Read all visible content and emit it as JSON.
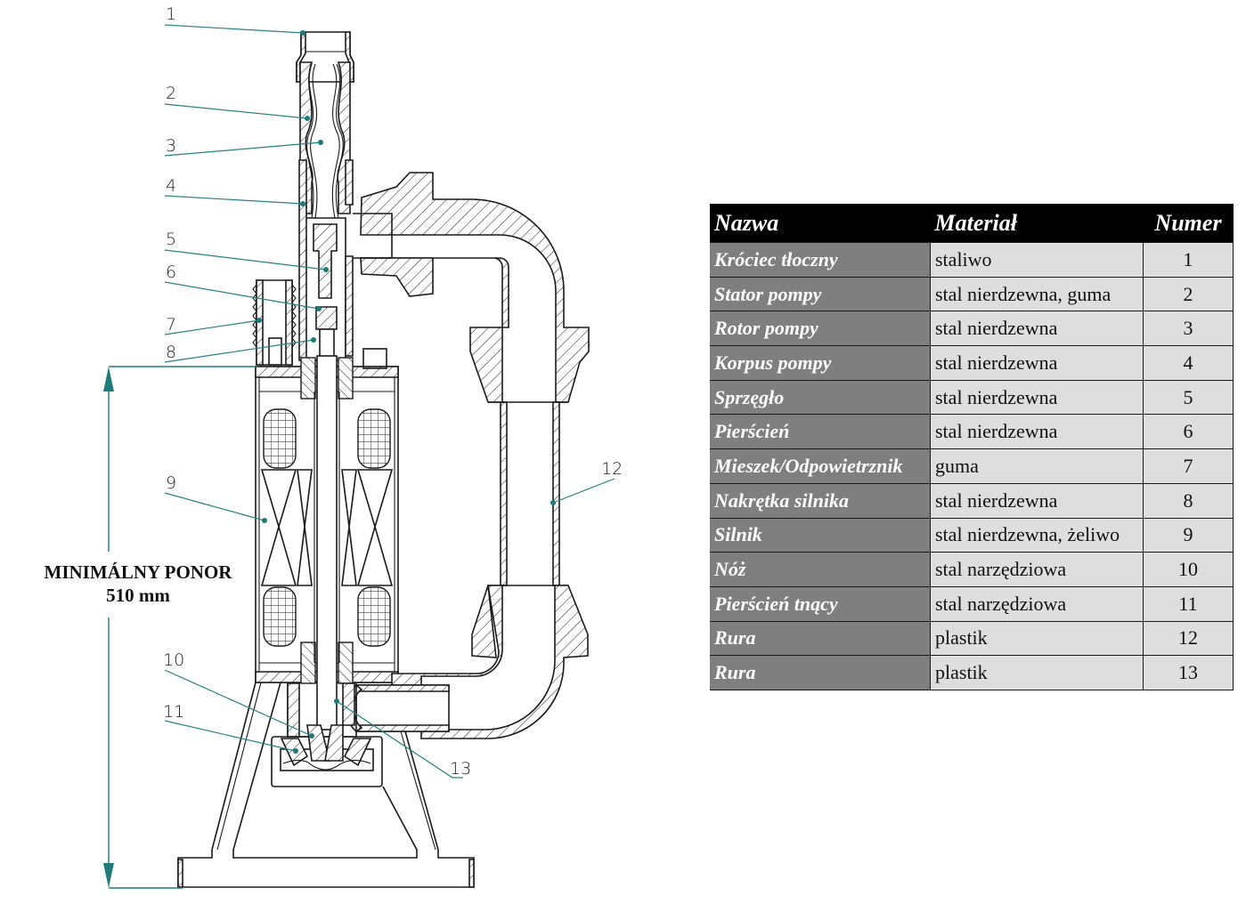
{
  "diagram": {
    "title": "Pump cross-section drawing",
    "callouts": [
      "1",
      "2",
      "3",
      "4",
      "5",
      "6",
      "7",
      "8",
      "9",
      "10",
      "11",
      "12",
      "13"
    ],
    "dimension": {
      "line1": "MINIMÁLNY PONOR",
      "line2": "510 mm"
    },
    "colors": {
      "leader": "#2a8080",
      "line": "#1a1a1a"
    }
  },
  "parts_table": {
    "headers": {
      "name": "Nazwa",
      "material": "Materiał",
      "number": "Numer"
    },
    "rows": [
      {
        "name": "Króciec tłoczny",
        "material": "staliwo",
        "number": "1"
      },
      {
        "name": "Stator pompy",
        "material": "stal nierdzewna, guma",
        "number": "2"
      },
      {
        "name": "Rotor pompy",
        "material": "stal nierdzewna",
        "number": "3"
      },
      {
        "name": "Korpus pompy",
        "material": "stal nierdzewna",
        "number": "4"
      },
      {
        "name": "Sprzęgło",
        "material": "stal nierdzewna",
        "number": "5"
      },
      {
        "name": "Pierścień",
        "material": "stal nierdzewna",
        "number": "6"
      },
      {
        "name": "Mieszek/Odpowietrznik",
        "material": "guma",
        "number": "7"
      },
      {
        "name": "Nakrętka silnika",
        "material": "stal nierdzewna",
        "number": "8"
      },
      {
        "name": "Silnik",
        "material": "stal nierdzewna, żeliwo",
        "number": "9"
      },
      {
        "name": "Nóż",
        "material": "stal narzędziowa",
        "number": "10"
      },
      {
        "name": "Pierścień tnący",
        "material": "stal narzędziowa",
        "number": "11"
      },
      {
        "name": "Rura",
        "material": "plastik",
        "number": "12"
      },
      {
        "name": "Rura",
        "material": "plastik",
        "number": "13"
      }
    ],
    "colors": {
      "header_bg": "#000000",
      "name_bg": "#7f7f7f",
      "cell_bg": "#dedede"
    }
  }
}
